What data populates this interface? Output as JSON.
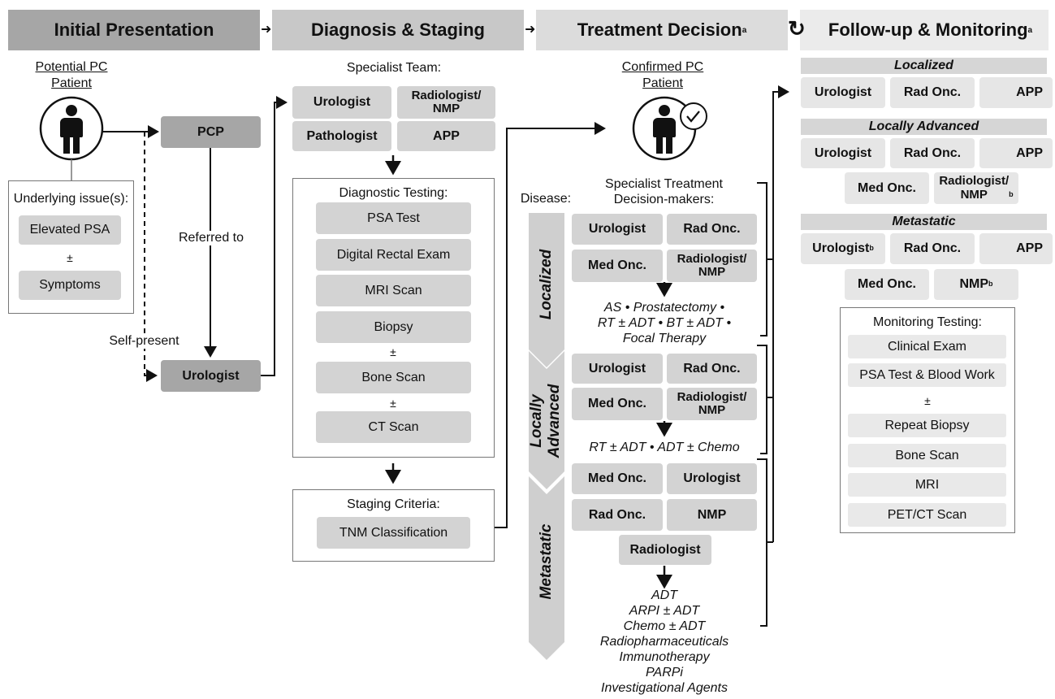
{
  "headers": {
    "initial": "Initial Presentation",
    "diagnosis": "Diagnosis & Staging",
    "treatment": "Treatment Decision",
    "treatment_sup": "a",
    "followup": "Follow-up & Monitoring",
    "followup_sup": "a",
    "arrow1": "➜",
    "arrow2": "➜",
    "cycle": "↻"
  },
  "initial": {
    "patient_label_1": "Potential PC",
    "patient_label_2": "Patient",
    "underlying_title": "Underlying issue(s):",
    "elevated_psa": "Elevated PSA",
    "plusminus": "±",
    "symptoms": "Symptoms",
    "pcp": "PCP",
    "referred_to": "Referred to",
    "self_present": "Self-present",
    "urologist": "Urologist"
  },
  "diagnosis": {
    "team_title": "Specialist Team:",
    "team": [
      "Urologist",
      "Radiologist/\nNMP",
      "Pathologist",
      "APP"
    ],
    "testing_title": "Diagnostic Testing:",
    "tests": [
      "PSA Test",
      "Digital Rectal Exam",
      "MRI Scan",
      "Biopsy"
    ],
    "pm1": "±",
    "bone_scan": "Bone Scan",
    "pm2": "±",
    "ct_scan": "CT Scan",
    "staging_title": "Staging Criteria:",
    "tnm": "TNM Classification"
  },
  "treatment": {
    "confirmed_1": "Confirmed PC",
    "confirmed_2": "Patient",
    "decision_title_1": "Specialist Treatment",
    "decision_title_2": "Decision-makers:",
    "disease_label": "Disease:",
    "stages": [
      "Localized",
      "Locally\nAdvanced",
      "Metastatic"
    ],
    "localized": {
      "team": [
        "Urologist",
        "Rad Onc.",
        "Med Onc.",
        "Radiologist/\nNMP"
      ],
      "options": [
        "AS  •  Prostatectomy  •",
        "RT ± ADT •  BT ± ADT  •",
        "Focal Therapy"
      ]
    },
    "locally_advanced": {
      "team": [
        "Urologist",
        "Rad Onc.",
        "Med Onc.",
        "Radiologist/\nNMP"
      ],
      "options": [
        "RT ± ADT • ADT ± Chemo"
      ]
    },
    "metastatic": {
      "team": [
        "Med Onc.",
        "Urologist",
        "Rad Onc.",
        "NMP",
        "Radiologist"
      ],
      "options": [
        "ADT",
        "ARPI ± ADT",
        "Chemo ± ADT",
        "Radiopharmaceuticals",
        "Immunotherapy",
        "PARPi",
        "Investigational Agents"
      ]
    }
  },
  "followup": {
    "localized_title": "Localized",
    "localized": [
      "Urologist",
      "Rad Onc.",
      "APP"
    ],
    "locally_title": "Locally Advanced",
    "locally": [
      "Urologist",
      "Rad Onc.",
      "APP",
      "Med Onc.",
      "Radiologist/\nNMP"
    ],
    "locally_sup": "b",
    "metastatic_title": "Metastatic",
    "metastatic": [
      "Urologist",
      "Rad Onc.",
      "APP",
      "Med Onc.",
      "NMP"
    ],
    "metastatic_sup": "b",
    "monitoring_title": "Monitoring Testing:",
    "monitoring": [
      "Clinical Exam",
      "PSA Test & Blood Work",
      "Repeat Biopsy",
      "Bone Scan",
      "MRI",
      "PET/CT Scan"
    ],
    "pm": "±"
  },
  "colors": {
    "dark": "#a6a6a6",
    "medium": "#d3d3d3",
    "light": "#e6e6e6",
    "chevron": "#d0d0d0"
  }
}
